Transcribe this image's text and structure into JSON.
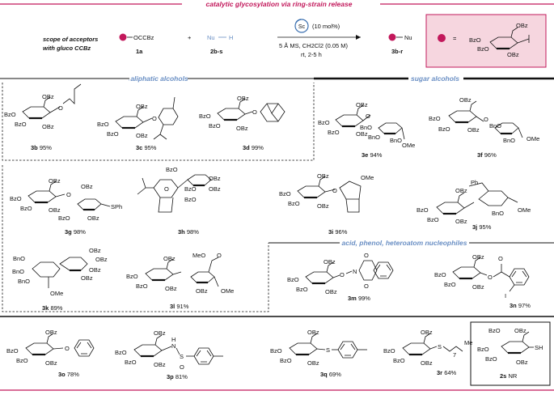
{
  "title": "catalytic glycosylation via ring-strain release",
  "scheme": {
    "scope_label_1": "scope of acceptors",
    "scope_label_2": "with gluco CCBz",
    "reagent_1a": "OCCBz",
    "reagent_1a_id": "1a",
    "plus": "+",
    "nucleophile": "Nu",
    "nucleophile_h": "H",
    "nucleophile_id": "2b-s",
    "catalyst_symbol": "Sc",
    "catalyst_loading": "(10 mol%)",
    "conditions_1": "5 Å MS, CH2Cl2 (0.05 M)",
    "conditions_2": "rt, 2-5 h",
    "product_nu": "Nu",
    "product_id": "3b-r",
    "legend_equals": "="
  },
  "sections": {
    "aliphatic": "aliphatic alcohols",
    "sugar": "sugar alcohols",
    "acid": "acid, phenol, heteroatom nucleophiles"
  },
  "groups": {
    "obz": "OBz",
    "bzo": "BzO",
    "bno": "BnO",
    "ome": "OMe",
    "sph": "SPh",
    "ph": "Ph",
    "meo": "MeO",
    "me": "Me",
    "sh": "SH",
    "o": "O",
    "s": "S",
    "n": "N",
    "i": "I",
    "h": "H",
    "seven": "7"
  },
  "compounds": [
    {
      "id": "3b",
      "yield": "95%"
    },
    {
      "id": "3c",
      "yield": "95%"
    },
    {
      "id": "3d",
      "yield": "99%"
    },
    {
      "id": "3e",
      "yield": "94%"
    },
    {
      "id": "3f",
      "yield": "96%"
    },
    {
      "id": "3g",
      "yield": "98%"
    },
    {
      "id": "3h",
      "yield": "98%"
    },
    {
      "id": "3i",
      "yield": "96%"
    },
    {
      "id": "3j",
      "yield": "95%"
    },
    {
      "id": "3k",
      "yield": "89%"
    },
    {
      "id": "3l",
      "yield": "91%"
    },
    {
      "id": "3m",
      "yield": "99%"
    },
    {
      "id": "3n",
      "yield": "97%"
    },
    {
      "id": "3o",
      "yield": "78%"
    },
    {
      "id": "3p",
      "yield": "81%"
    },
    {
      "id": "3q",
      "yield": "69%"
    },
    {
      "id": "3r",
      "yield": "64%"
    },
    {
      "id": "2s",
      "yield": "NR"
    }
  ],
  "colors": {
    "accent": "#c2185b",
    "section_header": "#6a8fc4",
    "legend_box": "#f6d6df",
    "catalyst": "#3a6fb0"
  }
}
